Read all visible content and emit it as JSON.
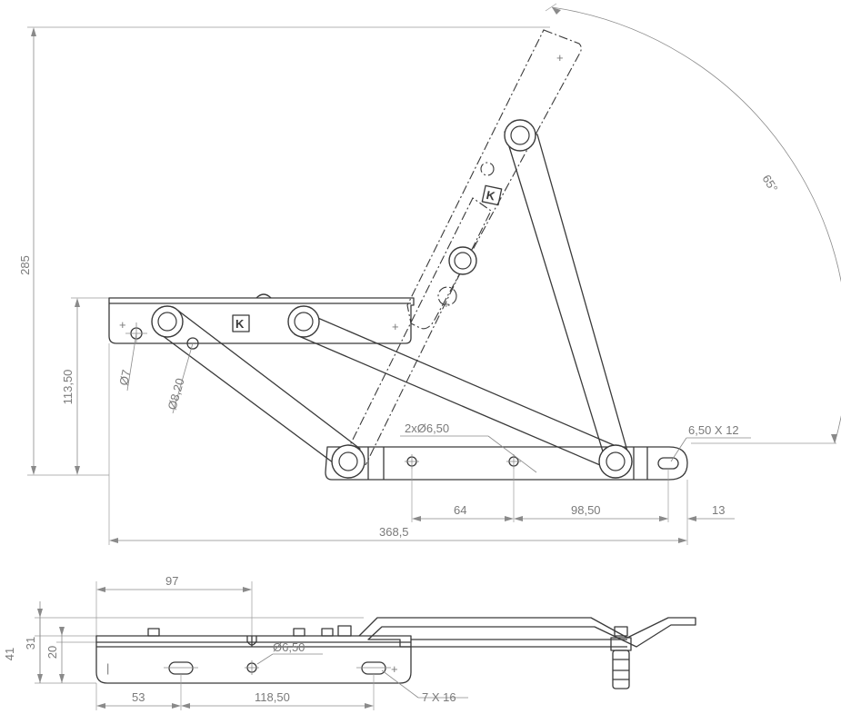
{
  "dimensions": {
    "angle": "65°",
    "overall_height": "285",
    "base_height": "113,50",
    "hole_7": "Ø7",
    "hole_8_20": "Ø8,20",
    "two_holes": "2xØ6,50",
    "slot_top": "6,50 X 12",
    "spacing_64": "64",
    "spacing_98_50": "98,50",
    "spacing_13": "13",
    "overall_length": "368,5",
    "side_97": "97",
    "side_41": "41",
    "side_31": "31",
    "side_20": "20",
    "side_hole": "Ø6,50",
    "side_53": "53",
    "side_118_50": "118,50",
    "side_slot": "7 X 16"
  },
  "logo_letter": "K",
  "colors": {
    "line": "#3a3a3a",
    "dimension": "#8a8a8a",
    "background": "#ffffff"
  }
}
